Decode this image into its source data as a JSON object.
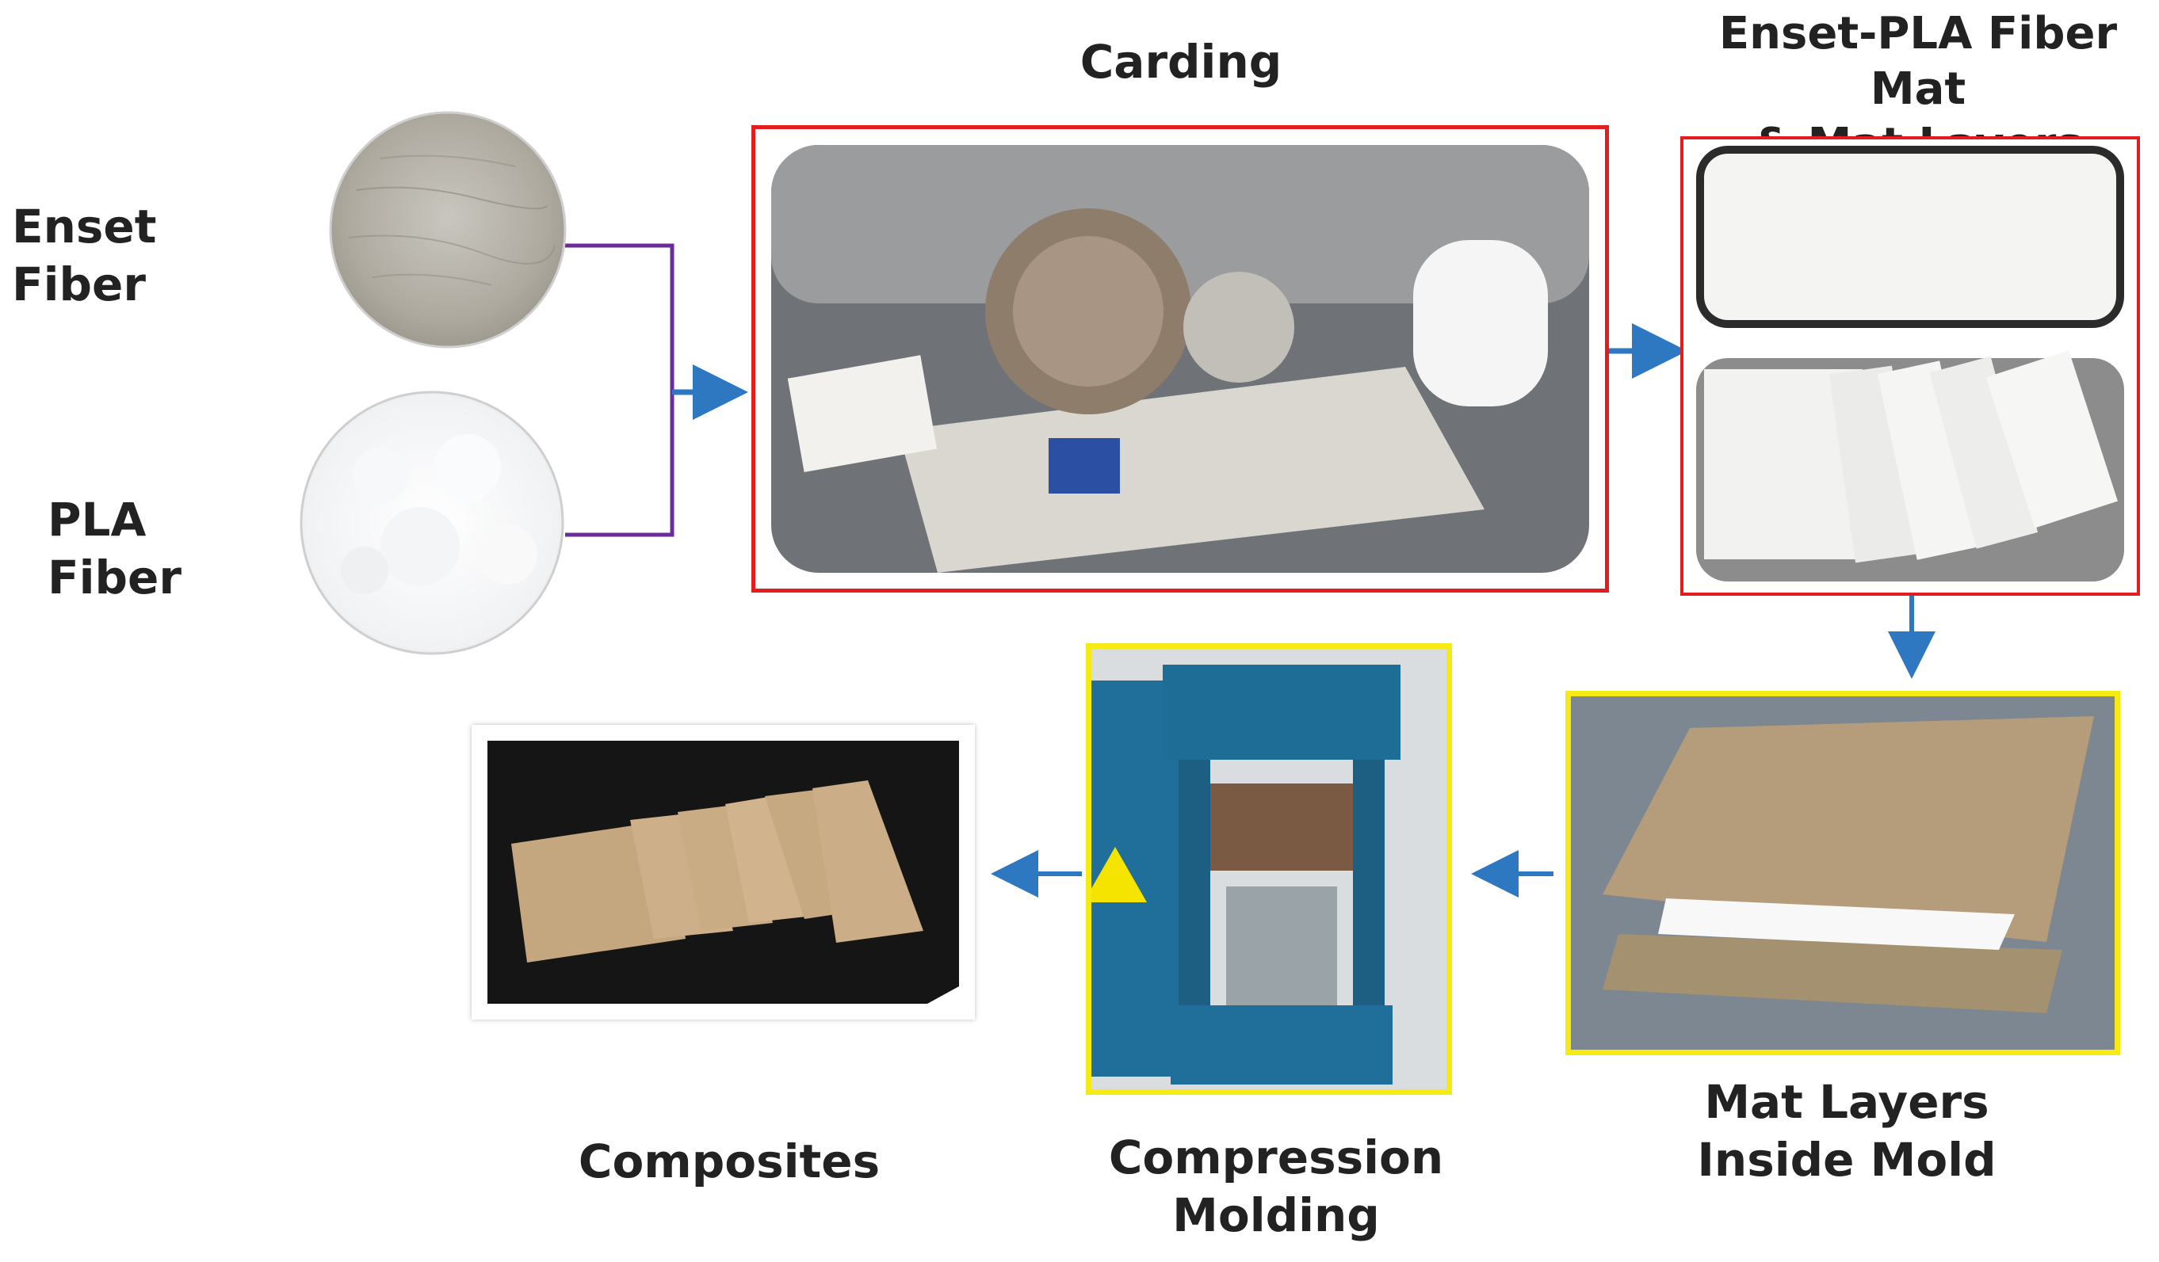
{
  "labels": {
    "enset_fiber": "Enset Fiber",
    "pla_fiber": "PLA Fiber",
    "carding": "Carding",
    "mat_title_line1": "Enset-PLA Fiber Mat",
    "mat_title_line2": "& Mat Layers",
    "mat_in_mold_line1": "Mat Layers",
    "mat_in_mold_line2": "Inside Mold",
    "compression_line1": "Compression",
    "compression_line2": "Molding",
    "composites": "Composites"
  },
  "colors": {
    "connector_purple": "#6a2c9a",
    "arrow_blue": "#2e78c2",
    "frame_red": "#e31d1d",
    "frame_yellow": "#f5ea14"
  }
}
